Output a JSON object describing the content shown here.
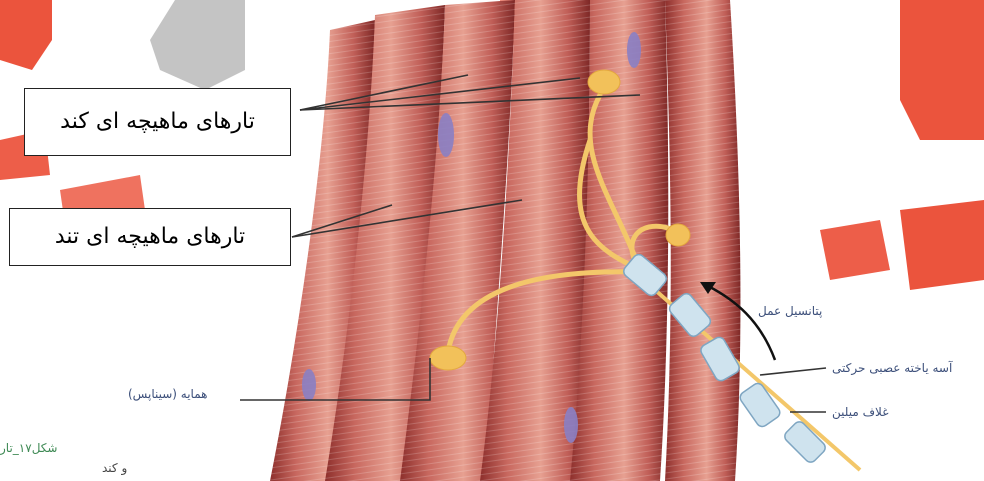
{
  "labels": {
    "slow_fibers": "تارهای ماهیچه ای کند",
    "fast_fibers": "تارهای ماهیچه ای تند",
    "synapse": "همایه (سیناپس)",
    "action_potential": "پتانسیل عمل",
    "motor_neuron": "آسه یاخته عصبی حرکتی",
    "myelin_sheath": "غلاف میلین"
  },
  "caption": {
    "line1": "شکل۱۷_تار",
    "line2": "و کند"
  },
  "colors": {
    "muscle": "#b5534d",
    "muscle_light": "#e9a89c",
    "nerve": "#f3c76a",
    "myelin": "#cfe3ee",
    "watermark_red": "#e8361b",
    "watermark_gray": "#a7a7a7",
    "nucleus": "#8a7fc4"
  }
}
